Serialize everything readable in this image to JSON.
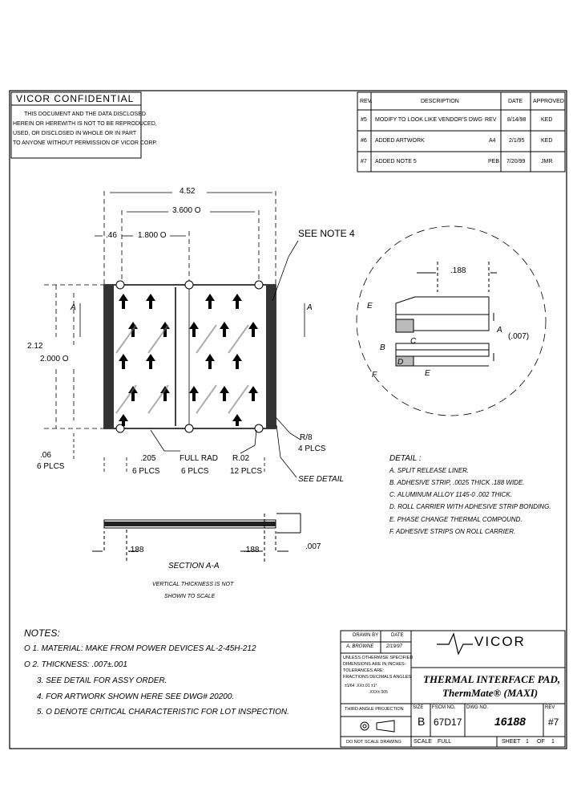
{
  "confidential": {
    "title": "VICOR   CONFIDENTIAL",
    "lines": [
      "THIS DOCUMENT AND THE DATA DISCLOSED",
      "HEREIN OR HEREWITH IS NOT TO BE REPRODUCED,",
      "USED, OR DISCLOSED IN WHOLE OR IN PART",
      "TO ANYONE WITHOUT PERMISSION OF VICOR CORP."
    ]
  },
  "revisions": {
    "headers": {
      "rev": "REV.",
      "description": "DESCRIPTION",
      "date": "DATE",
      "approved": "APPROVED"
    },
    "rows": [
      {
        "rev": "#5",
        "description": "MODIFY TO LOOK LIKE VENDOR'S DWG",
        "by": "REV",
        "date": "8/14/98",
        "approved": "KED"
      },
      {
        "rev": "#6",
        "description": "ADDED ARTWORK",
        "by": "A4",
        "date": "2/1/95",
        "approved": "KED"
      },
      {
        "rev": "#7",
        "description": "ADDED NOTE 5",
        "by": "PEB",
        "date": "7/20/99",
        "approved": "JMR"
      }
    ]
  },
  "dims": {
    "overall_width": "4.52",
    "inner_width": "3.600 O",
    "left_offset": ".46",
    "mid_offset": "1.800 O",
    "see_note_4": "SEE NOTE 4",
    "height": "2.12",
    "inner_height": "2.000 O",
    "section_a_left": "A",
    "section_a_right": "A",
    "corner": ".06",
    "corner_plcs": "6 PLCS",
    "slot": ".205",
    "slot_plcs": "6 PLCS",
    "full_rad": "FULL RAD",
    "full_rad_plcs": "6 PLCS",
    "r02": "R.02",
    "r02_plcs": "12 PLCS",
    "r13": "R/8",
    "r13_plcs": "4 PLCS",
    "see_detail": "SEE DETAIL",
    "bottom_left": ".188",
    "bottom_right": ".188",
    "thickness": ".007",
    "detail_width": ".188",
    "detail_thk": "(.007)"
  },
  "section": {
    "title": "SECTION A-A",
    "note1": "VERTICAL THICKNESS IS NOT",
    "note2": "SHOWN TO SCALE"
  },
  "detail": {
    "letters": [
      "E",
      "A",
      "B",
      "C",
      "D",
      "F",
      "E"
    ],
    "title": "DETAIL :",
    "items": [
      "A.  SPLIT RELEASE LINER.",
      "B.  ADHESIVE STRIP, .0025 THICK .188 WIDE.",
      "C.  ALUMINUM ALLOY 1145-0 .002 THICK.",
      "D.  ROLL CARRIER WITH ADHESIVE STRIP BONDING.",
      "E.  PHASE CHANGE THERMAL COMPOUND.",
      "F.  ADHESIVE STRIPS ON ROLL CARRIER."
    ]
  },
  "notes": {
    "title": "NOTES:",
    "items": [
      "O  1. MATERIAL: MAKE FROM POWER DEVICES AL-2-45H-212",
      "O  2. THICKNESS: .007±.001",
      "3. SEE DETAIL FOR ASSY ORDER.",
      "4. FOR ARTWORK SHOWN HERE SEE DWG# 20200.",
      "5. O DENOTE CRITICAL CHARACTERISTIC FOR LOT INSPECTION."
    ]
  },
  "titleblock": {
    "drawn_by": "DRAWN BY",
    "date_label": "DATE",
    "drawn_name": "A. BROWNE",
    "drawn_date": "2/19/97",
    "tolerance_lines": [
      "UNLESS OTHERWISE SPECIFIED",
      "DIMENSIONS ARE IN INCHES-",
      "TOLERANCES ARE:",
      "FRACTIONS DECIMALS ANGLES"
    ],
    "tol_values": "±1/64   .XX±.01   ±1°",
    "tol_values2": ".XXX±.005",
    "projection": "THIRD ANGLE PROJECTION",
    "do_not_scale": "DO NOT SCALE DRAWING",
    "company": "VICOR",
    "title1": "THERMAL INTERFACE PAD,",
    "title2": "ThermMate®   (MAXI)",
    "size_label": "SIZE",
    "fscm_label": "FSCM NO.",
    "dwg_label": "DWG NO.",
    "rev_label": "REV",
    "size": "B",
    "fscm": "67D17",
    "dwg_no": "16188",
    "rev": "#7",
    "scale_label": "SCALE",
    "scale": "FULL",
    "sheet_label": "SHEET",
    "sheet": "1",
    "of_label": "OF",
    "of": "1"
  }
}
